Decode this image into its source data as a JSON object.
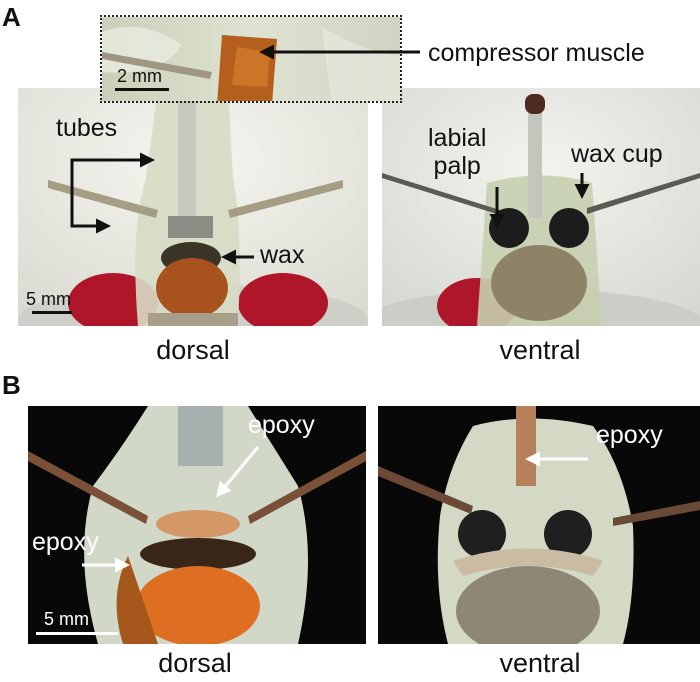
{
  "panels": {
    "a": {
      "letter": "A",
      "inset": {
        "label": "compressor muscle",
        "scale": "2 mm"
      },
      "dorsal": {
        "caption": "dorsal",
        "labels": {
          "tubes": "tubes",
          "wax": "wax"
        },
        "scale": "5 mm"
      },
      "ventral": {
        "caption": "ventral",
        "labels": {
          "labial_line1": "labial",
          "labial_line2": "palp",
          "wax_cup": "wax cup"
        }
      }
    },
    "b": {
      "letter": "B",
      "dorsal": {
        "caption": "dorsal",
        "labels": {
          "epoxy_top": "epoxy",
          "epoxy_left": "epoxy"
        },
        "scale": "5 mm"
      },
      "ventral": {
        "caption": "ventral",
        "labels": {
          "epoxy": "epoxy"
        }
      }
    }
  }
}
